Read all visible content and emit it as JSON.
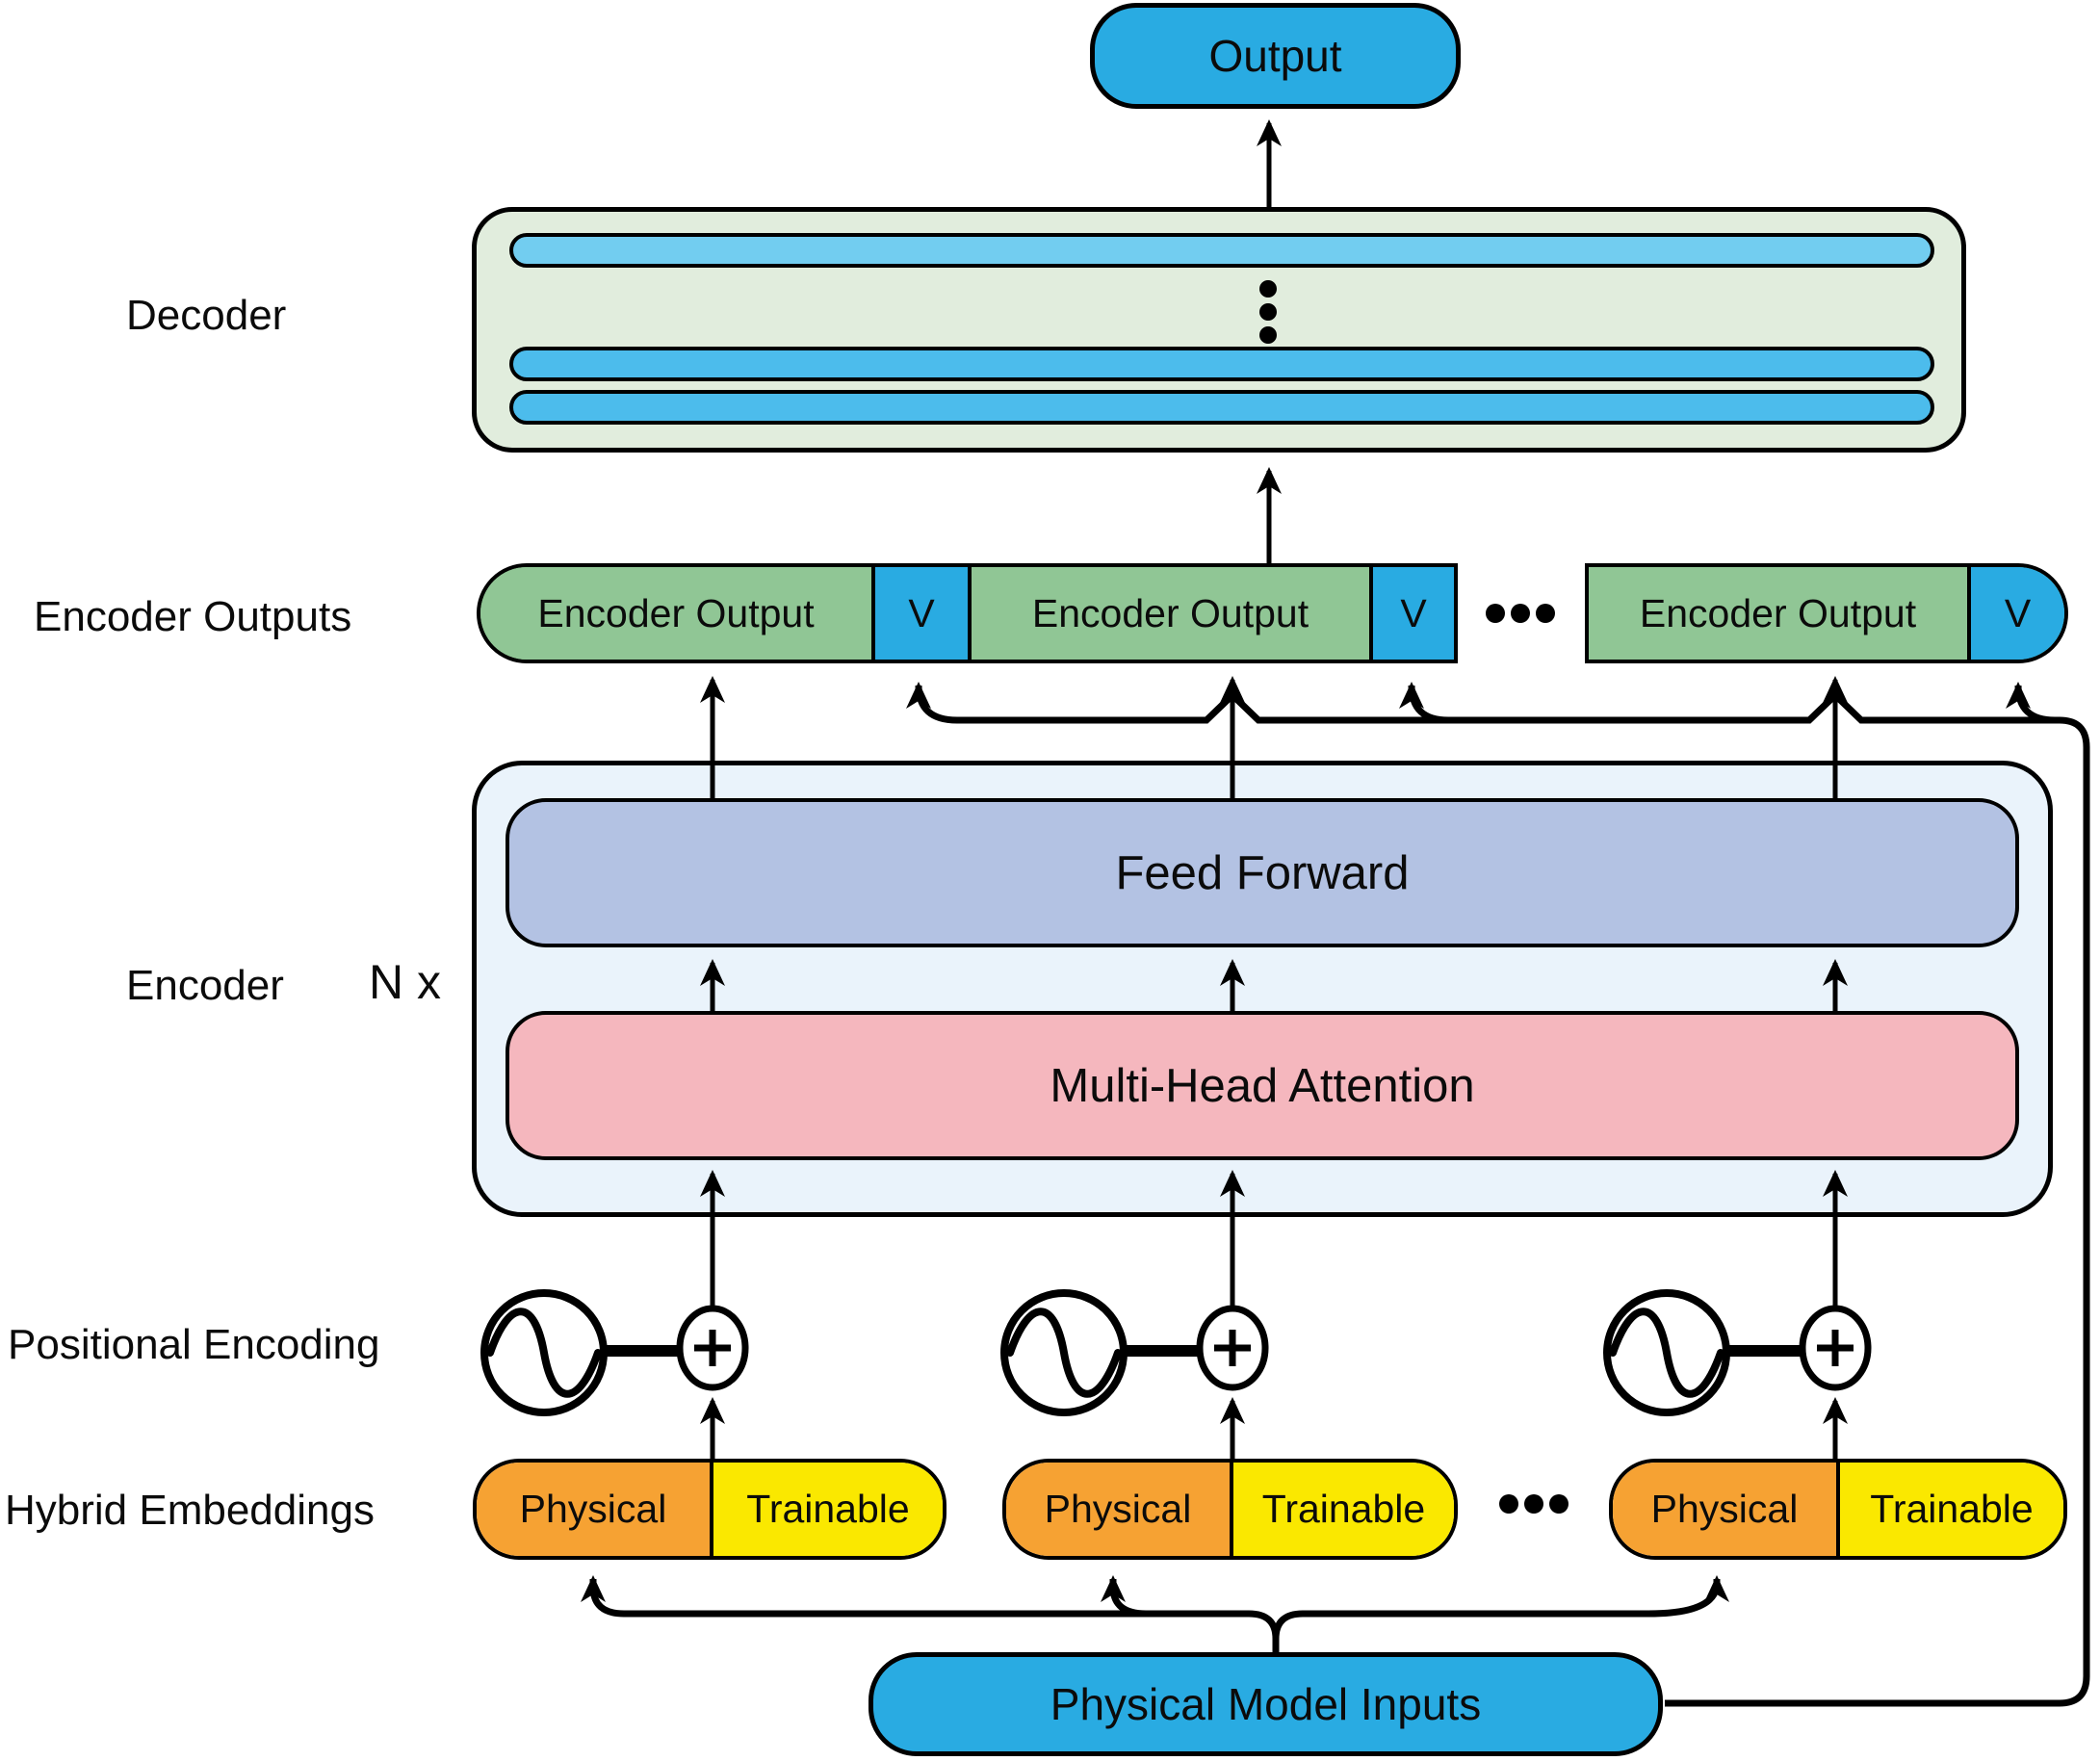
{
  "colors": {
    "blue": "#29ABE2",
    "decoder-fill": "#E1EDDD",
    "decoder-bar-light": "#72CDF0",
    "decoder-bar": "#4CBCEC",
    "green": "#90C695",
    "encoder-fill": "#EAF3FB",
    "feed-forward-fill": "#B3C2E3",
    "attention-fill": "#F5B7BE",
    "physical-orange": "#F6A233",
    "trainable-yellow": "#FAE800",
    "line": "#000000"
  },
  "output_box": {
    "label": "Output"
  },
  "side_labels": {
    "decoder": "Decoder",
    "encoder_outputs": "Encoder Outputs",
    "encoder": "Encoder",
    "repeat": "N x",
    "positional_encoding": "Positional Encoding",
    "hybrid_embeddings": "Hybrid Embeddings"
  },
  "encoder": {
    "feed_forward": "Feed Forward",
    "multi_head_attention": "Multi-Head Attention"
  },
  "encoder_outputs": {
    "group_a": [
      {
        "output": "Encoder Output",
        "v": "V"
      },
      {
        "output": "Encoder Output",
        "v": "V"
      }
    ],
    "group_b": [
      {
        "output": "Encoder Output",
        "v": "V"
      }
    ]
  },
  "embeddings": {
    "pills": [
      {
        "physical": "Physical",
        "trainable": "Trainable"
      },
      {
        "physical": "Physical",
        "trainable": "Trainable"
      },
      {
        "physical": "Physical",
        "trainable": "Trainable"
      }
    ]
  },
  "inputs_box": {
    "label": "Physical Model Inputs"
  },
  "icons": {
    "positional_encoding_symbol": "sine-wave-in-circle",
    "add_symbol": "plus-in-circle",
    "horizontal_ellipsis": "...",
    "vertical_ellipsis": "..."
  }
}
